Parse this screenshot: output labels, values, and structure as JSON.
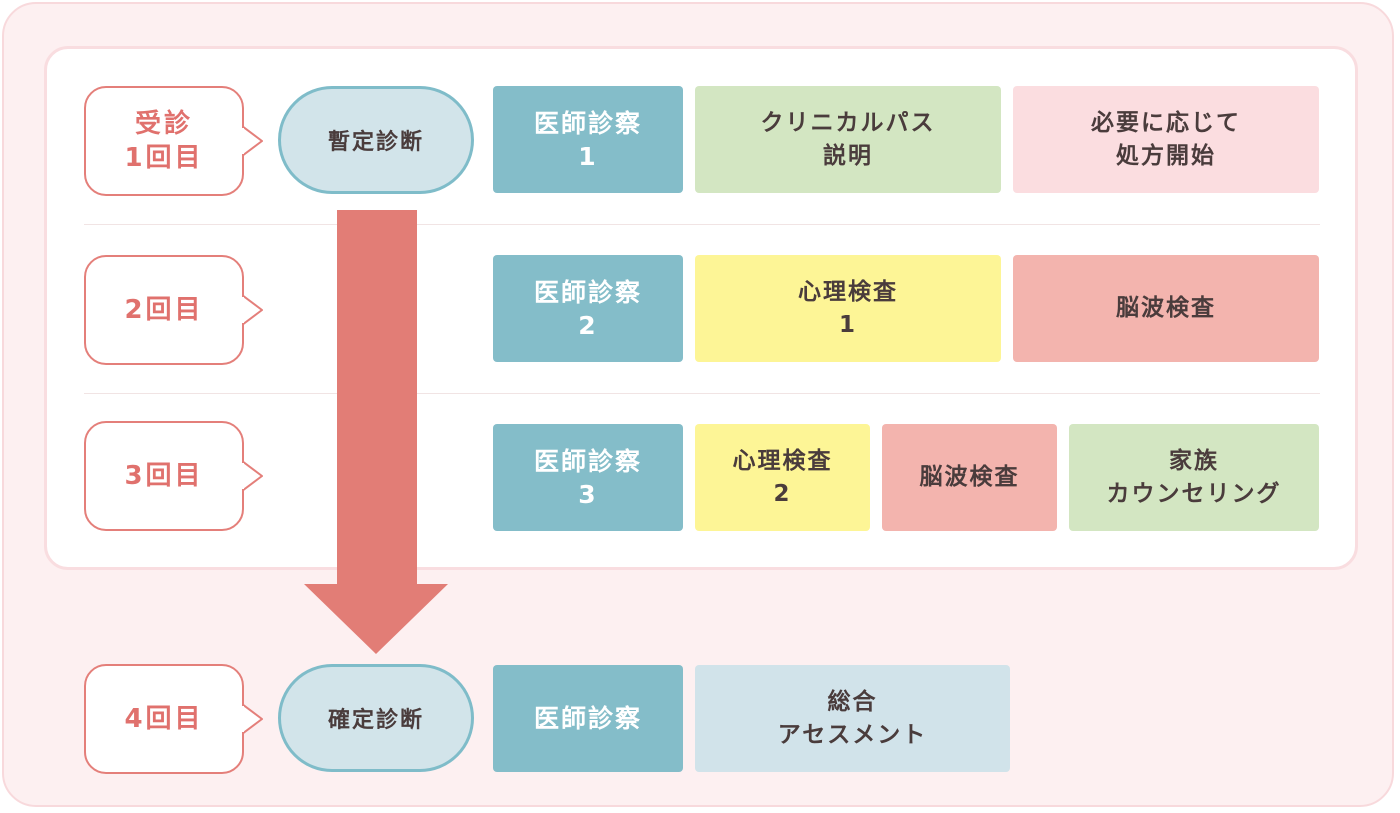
{
  "visits": [
    {
      "line1": "受診",
      "line2": "1回目"
    },
    {
      "line1": "",
      "line2": "2回目"
    },
    {
      "line1": "",
      "line2": "3回目"
    },
    {
      "line1": "",
      "line2": "4回目"
    }
  ],
  "diagnoses": {
    "provisional": "暫定診断",
    "definitive": "確定診断"
  },
  "rows": [
    {
      "boxes": [
        {
          "line1": "医師診察",
          "line2": "1"
        },
        {
          "line1": "クリニカルパス",
          "line2": "説明"
        },
        {
          "line1": "必要に応じて",
          "line2": "処方開始"
        }
      ]
    },
    {
      "boxes": [
        {
          "line1": "医師診察",
          "line2": "2"
        },
        {
          "line1": "心理検査",
          "line2": "1"
        },
        {
          "line1": "脳波検査",
          "line2": ""
        }
      ]
    },
    {
      "boxes": [
        {
          "line1": "医師診察",
          "line2": "3"
        },
        {
          "line1": "心理検査",
          "line2": "2"
        },
        {
          "line1": "脳波検査",
          "line2": ""
        },
        {
          "line1": "家族",
          "line2": "カウンセリング"
        }
      ]
    },
    {
      "boxes": [
        {
          "line1": "医師診察",
          "line2": ""
        },
        {
          "line1": "総合",
          "line2": "アセスメント"
        }
      ]
    }
  ],
  "colors": {
    "teal": "#84bdc9",
    "green": "#d3e6c2",
    "pink": "#fbdde0",
    "yellow": "#fdf596",
    "salmon": "#f3b4ae",
    "lightblue": "#d1e3ea",
    "arrow": "#e27d76",
    "label": "#e0716d"
  }
}
